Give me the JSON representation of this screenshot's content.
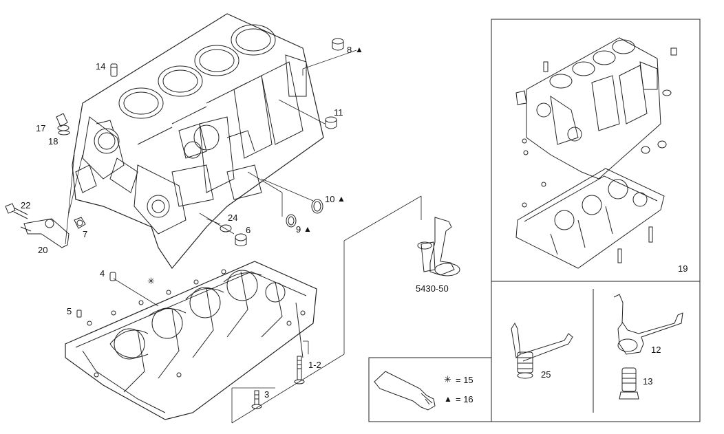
{
  "callouts": {
    "c1_2": "1-2",
    "c3": "3",
    "c4": "4",
    "c5": "5",
    "c6": "6",
    "c7": "7",
    "c8": "8",
    "c9": "9",
    "c10": "10",
    "c11": "11",
    "c12": "12",
    "c13": "13",
    "c14": "14",
    "c17": "17",
    "c18": "18",
    "c19": "19",
    "c20": "20",
    "c22": "22",
    "c24": "24",
    "c25": "25",
    "ref_5430_50": "5430-50"
  },
  "legend": {
    "star_symbol": "✳",
    "star_label": "= 15",
    "triangle_symbol": "▲",
    "triangle_label": "= 16"
  },
  "markers": {
    "triangle": "▲",
    "star": "✳"
  }
}
